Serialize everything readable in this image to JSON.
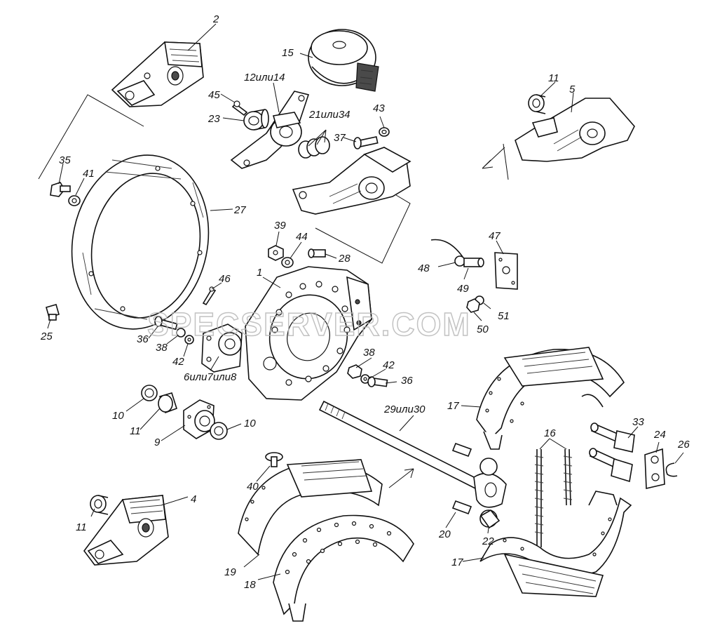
{
  "watermark": "SPECSERVER.COM",
  "labels": [
    {
      "id": "l2",
      "text": "2"
    },
    {
      "id": "l15",
      "text": "15"
    },
    {
      "id": "l12",
      "text": "12или14"
    },
    {
      "id": "l45",
      "text": "45"
    },
    {
      "id": "l23",
      "text": "23"
    },
    {
      "id": "l21",
      "text": "21или34"
    },
    {
      "id": "l43",
      "text": "43"
    },
    {
      "id": "l37",
      "text": "37"
    },
    {
      "id": "l11a",
      "text": "11"
    },
    {
      "id": "l5",
      "text": "5"
    },
    {
      "id": "l35",
      "text": "35"
    },
    {
      "id": "l41",
      "text": "41"
    },
    {
      "id": "l27",
      "text": "27"
    },
    {
      "id": "l39",
      "text": "39"
    },
    {
      "id": "l44",
      "text": "44"
    },
    {
      "id": "l28",
      "text": "28"
    },
    {
      "id": "l1",
      "text": "1"
    },
    {
      "id": "l46",
      "text": "46"
    },
    {
      "id": "l47",
      "text": "47"
    },
    {
      "id": "l48",
      "text": "48"
    },
    {
      "id": "l49",
      "text": "49"
    },
    {
      "id": "l51",
      "text": "51"
    },
    {
      "id": "l50",
      "text": "50"
    },
    {
      "id": "l25",
      "text": "25"
    },
    {
      "id": "l36a",
      "text": "36"
    },
    {
      "id": "l38a",
      "text": "38"
    },
    {
      "id": "l42a",
      "text": "42"
    },
    {
      "id": "l6",
      "text": "6или7или8"
    },
    {
      "id": "l38b",
      "text": "38"
    },
    {
      "id": "l42b",
      "text": "42"
    },
    {
      "id": "l36b",
      "text": "36"
    },
    {
      "id": "l10a",
      "text": "10"
    },
    {
      "id": "l11b",
      "text": "11"
    },
    {
      "id": "l9",
      "text": "9"
    },
    {
      "id": "l10b",
      "text": "10"
    },
    {
      "id": "l29",
      "text": "29или30"
    },
    {
      "id": "l17a",
      "text": "17"
    },
    {
      "id": "l16",
      "text": "16"
    },
    {
      "id": "l33",
      "text": "33"
    },
    {
      "id": "l24",
      "text": "24"
    },
    {
      "id": "l26",
      "text": "26"
    },
    {
      "id": "l40",
      "text": "40"
    },
    {
      "id": "l4",
      "text": "4"
    },
    {
      "id": "l11c",
      "text": "11"
    },
    {
      "id": "l20",
      "text": "20"
    },
    {
      "id": "l22",
      "text": "22"
    },
    {
      "id": "l19",
      "text": "19"
    },
    {
      "id": "l18",
      "text": "18"
    },
    {
      "id": "l17b",
      "text": "17"
    }
  ]
}
